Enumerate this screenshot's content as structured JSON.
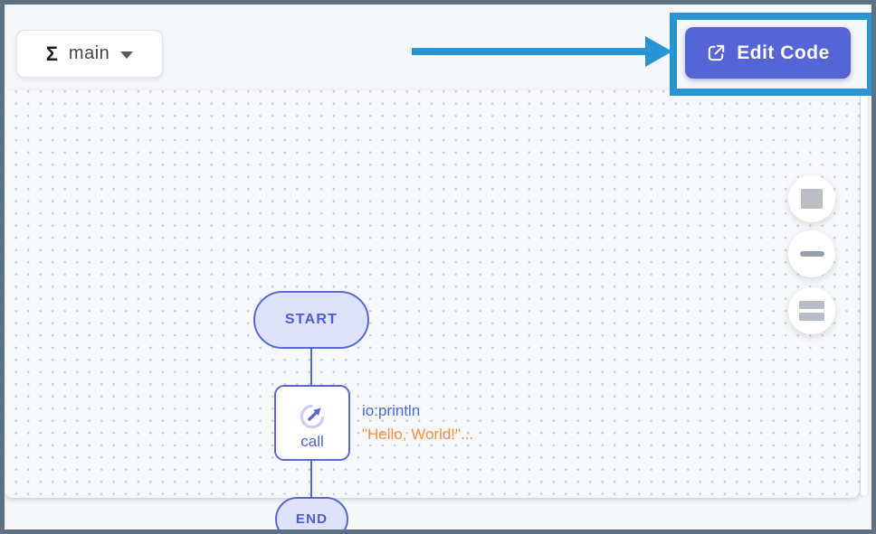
{
  "colors": {
    "frame_border": "#5e7083",
    "annotation_blue": "#2994d4",
    "primary_button_bg": "#5665d6",
    "node_border": "#5767d8",
    "node_fill": "#dde2f8",
    "expression_text": "#4c6bdb",
    "argument_text": "#f3913f"
  },
  "header": {
    "function_selector": {
      "sigma_icon": "Σ",
      "label": "main",
      "chevron_icon": "chevron-down"
    },
    "edit_code_button": {
      "label": "Edit Code",
      "icon": "open-in-new-icon"
    },
    "annotation": {
      "type": "arrow-pointing-to-edit-code-with-highlight-box"
    }
  },
  "canvas": {
    "diagram": {
      "start_node": {
        "label": "START"
      },
      "call_node": {
        "label": "call",
        "icon": "call-icon",
        "expression": "io:println",
        "argument": "\"Hello, World!\"..."
      },
      "end_node": {
        "label": "END"
      }
    },
    "zoom_controls": [
      {
        "name": "fit-to-screen",
        "icon": "square-icon"
      },
      {
        "name": "zoom-out",
        "icon": "minus-icon"
      },
      {
        "name": "diagram-layers",
        "icon": "stack-icon"
      }
    ]
  }
}
